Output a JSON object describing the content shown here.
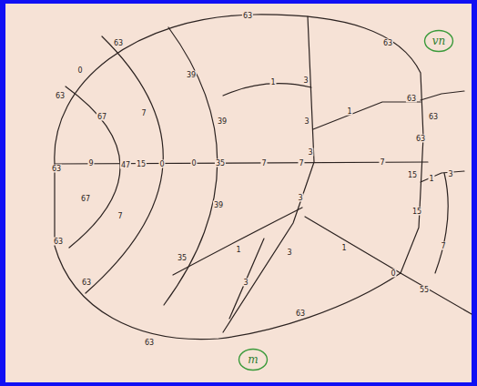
{
  "diagram": {
    "nodes": [
      {
        "text": [
          "vn"
        ]
      },
      {
        "text": [
          "m"
        ]
      }
    ],
    "labels": [
      "63",
      "63",
      "0",
      "39",
      "63",
      "3",
      "63",
      "67",
      "7",
      "1",
      "39",
      "1",
      "3",
      "63",
      "63",
      "63",
      "3",
      "63",
      "9",
      "47",
      "15",
      "0",
      "0",
      "35",
      "7",
      "7",
      "7",
      "15",
      "1",
      "3",
      "67",
      "39",
      "3",
      "15",
      "7",
      "63",
      "35",
      "1",
      "3",
      "1",
      "7",
      "0",
      "63",
      "3",
      "55",
      "63",
      "63"
    ]
  }
}
